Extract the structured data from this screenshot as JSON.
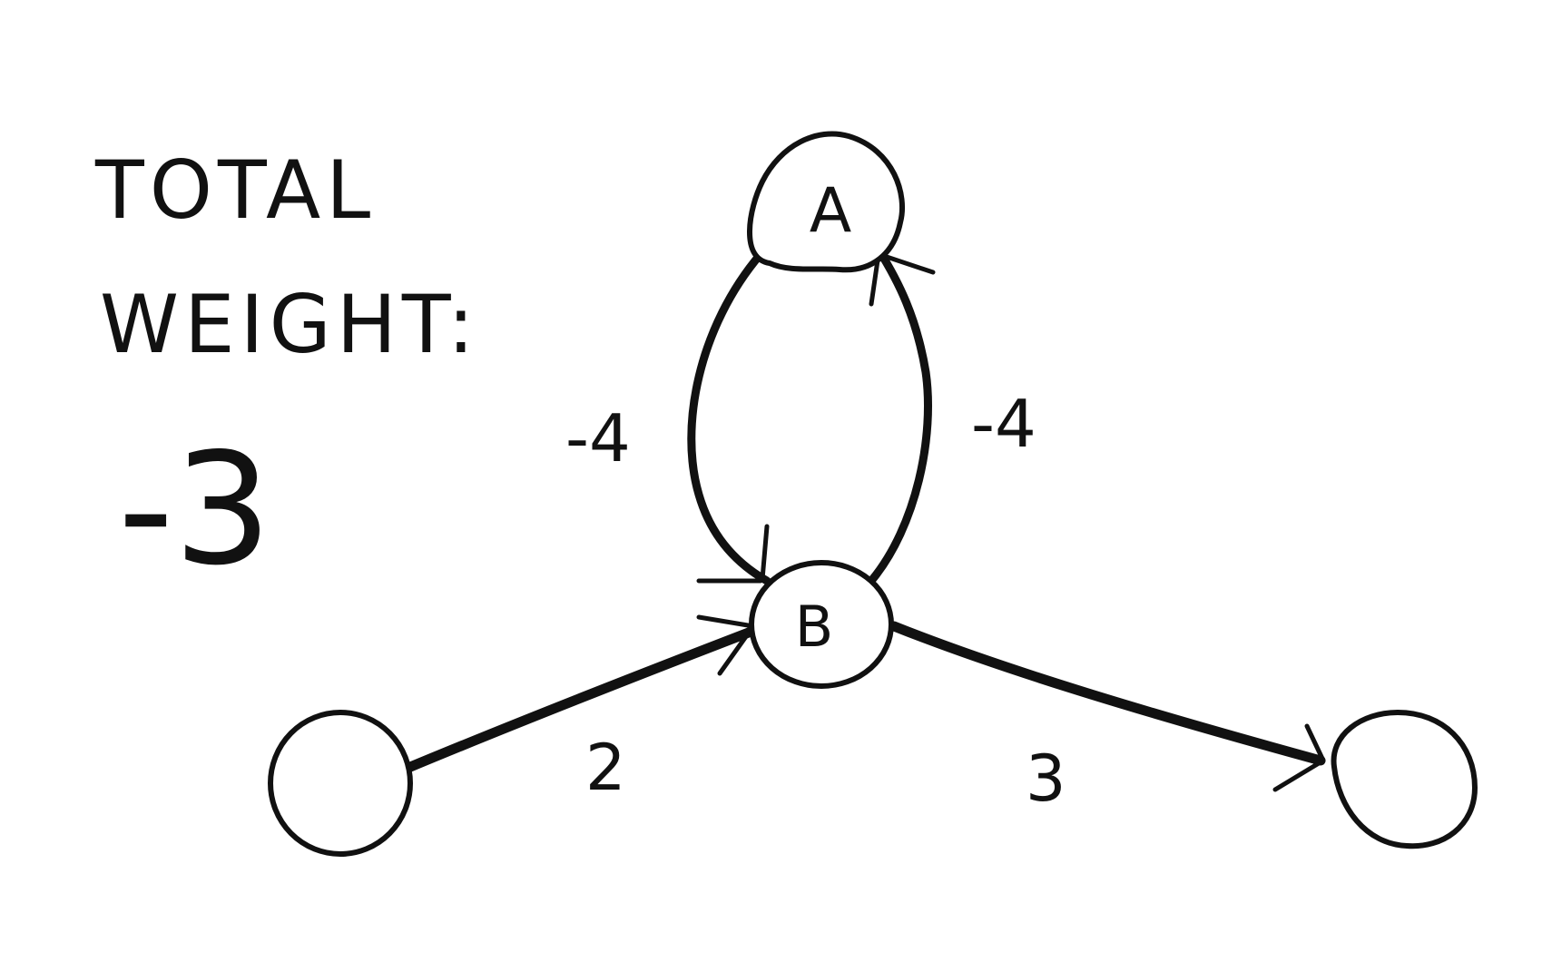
{
  "annotation": {
    "line1": "TOTAL",
    "line2": "WEIGHT:",
    "value": "-3"
  },
  "nodes": {
    "a": {
      "label": "A"
    },
    "b": {
      "label": "B"
    },
    "left": {
      "label": ""
    },
    "right": {
      "label": ""
    }
  },
  "edges": {
    "a_to_b": {
      "from": "A",
      "to": "B",
      "weight": "-4"
    },
    "b_to_a": {
      "from": "B",
      "to": "A",
      "weight": "-4"
    },
    "left_to_b": {
      "from": "",
      "to": "B",
      "weight": "2"
    },
    "b_to_right": {
      "from": "B",
      "to": "",
      "weight": "3"
    }
  },
  "colors": {
    "ink": "#111111",
    "paper": "#ffffff"
  }
}
